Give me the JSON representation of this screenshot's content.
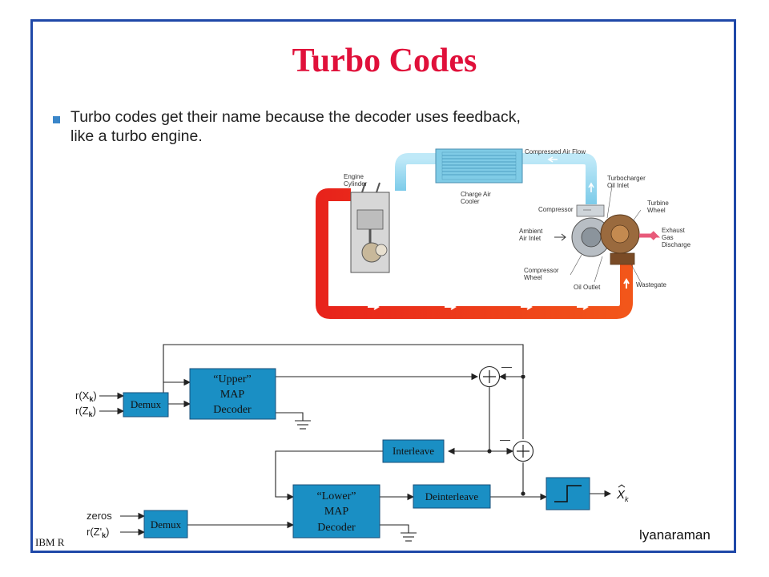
{
  "slide": {
    "title": "Turbo Codes",
    "bullet": "Turbo codes get their name because the decoder uses feedback, like a turbo engine.",
    "footer_left": "IBM R",
    "footer_right": "lyanaraman"
  },
  "engine_diagram": {
    "labels": {
      "engine_cylinder_1": "Engine",
      "engine_cylinder_2": "Cylinder",
      "compressed_air_flow": "Compressed Air Flow",
      "charge_air_cooler_1": "Charge Air",
      "charge_air_cooler_2": "Cooler",
      "turbocharger_oil_inlet_1": "Turbocharger",
      "turbocharger_oil_inlet_2": "Oil Inlet",
      "compressor": "Compressor",
      "turbine_wheel_1": "Turbine",
      "turbine_wheel_2": "Wheel",
      "ambient_air_inlet_1": "Ambient",
      "ambient_air_inlet_2": "Air Inlet",
      "exhaust_gas_discharge_1": "Exhaust",
      "exhaust_gas_discharge_2": "Gas",
      "exhaust_gas_discharge_3": "Discharge",
      "compressor_wheel_1": "Compressor",
      "compressor_wheel_2": "Wheel",
      "oil_outlet": "Oil Outlet",
      "wastegate": "Wastegate"
    }
  },
  "decoder_diagram": {
    "inputs": {
      "rx": "r(X",
      "rx_sub": "k",
      "rz": "r(Z",
      "rz_sub": "k",
      "zeros": "zeros",
      "rz_prime": "r(Z'",
      "rz_prime_sub": "k",
      "close": ")"
    },
    "blocks": {
      "demux_upper": "Demux",
      "upper_1": "“Upper”",
      "upper_2": "MAP",
      "upper_3": "Decoder",
      "interleave": "Interleave",
      "lower_1": "“Lower”",
      "lower_2": "MAP",
      "lower_3": "Decoder",
      "deinterleave": "Deinterleave",
      "demux_lower": "Demux"
    },
    "output": "X",
    "output_sub": "k",
    "minus_sign": "—"
  },
  "colors": {
    "title": "#e0103a",
    "frame": "#1f48a8",
    "block_fill": "#1a8fc4",
    "exhaust": "#e8231b",
    "intake": "#8fd3ee"
  }
}
